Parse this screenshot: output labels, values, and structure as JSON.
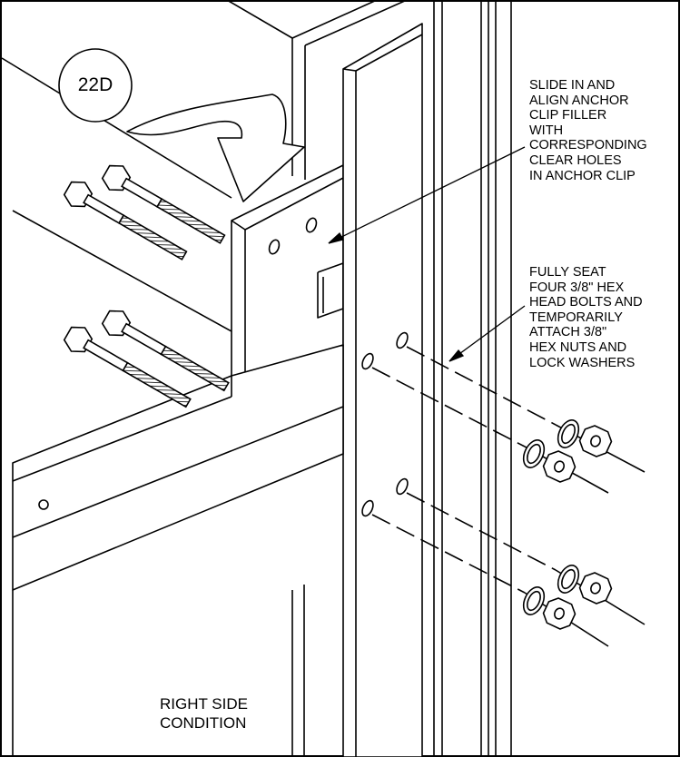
{
  "step_label": "22D",
  "notes": {
    "slide_in": [
      "SLIDE IN AND",
      "ALIGN ANCHOR",
      "CLIP FILLER",
      "WITH",
      "CORRESPONDING",
      "CLEAR HOLES",
      "IN ANCHOR CLIP"
    ],
    "fully_seat": [
      "FULLY SEAT",
      "FOUR 3/8\" HEX",
      "HEAD BOLTS AND",
      "TEMPORARILY",
      "ATTACH 3/8\"",
      "HEX NUTS AND",
      "LOCK WASHERS"
    ]
  },
  "caption": [
    "RIGHT SIDE",
    "CONDITION"
  ],
  "colors": {
    "line": "#000000",
    "background": "#ffffff"
  },
  "icons": [
    "hex-bolt-icon",
    "hex-nut-icon",
    "lock-washer-icon",
    "insertion-arrow-icon"
  ]
}
